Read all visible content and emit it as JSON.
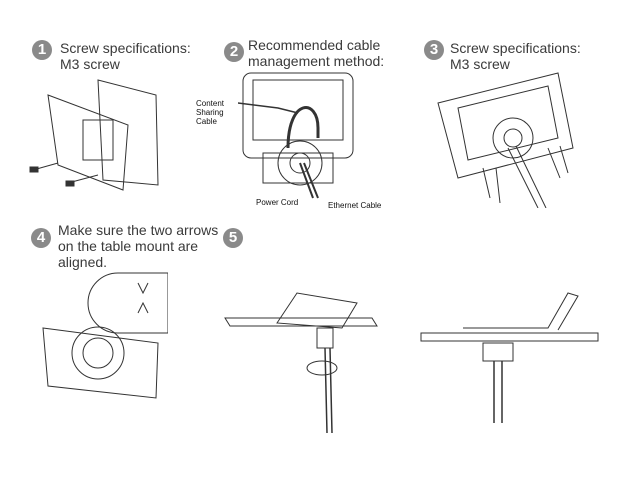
{
  "steps": [
    {
      "number": "1",
      "caption": "Screw specifications:\nM3 screw"
    },
    {
      "number": "2",
      "caption": "Recommended cable\nmanagement method:"
    },
    {
      "number": "3",
      "caption": "Screw specifications:\nM3 screw"
    },
    {
      "number": "4",
      "caption": "Make sure the two arrows\non the table mount are\naligned."
    },
    {
      "number": "5",
      "caption": ""
    }
  ],
  "labels": {
    "content_sharing_cable": "Content\nSharing\nCable",
    "power_cord": "Power Cord",
    "ethernet_cable": "Ethernet Cable"
  },
  "colors": {
    "badge": "#8a8a8a",
    "text": "#3a3a3a"
  }
}
